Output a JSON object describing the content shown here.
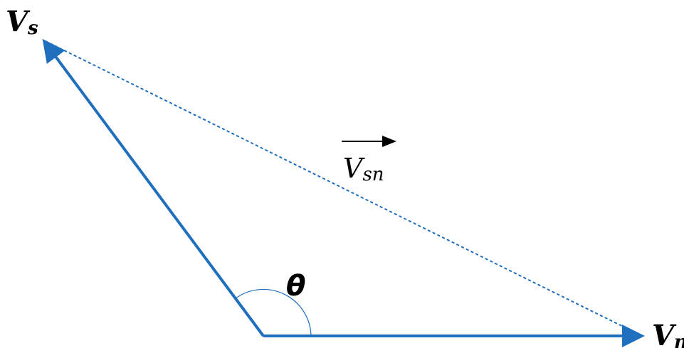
{
  "colors": {
    "vector": "#1f6fbf",
    "difference": "#1f6fbf",
    "arc": "#1f6fbf",
    "text": "#000000"
  },
  "labels": {
    "vs_main": "V",
    "vs_sub": "s",
    "vn_main": "V",
    "vn_sub": "n",
    "vsn_main": "V",
    "vsn_sub": "sn",
    "theta": "θ"
  }
}
